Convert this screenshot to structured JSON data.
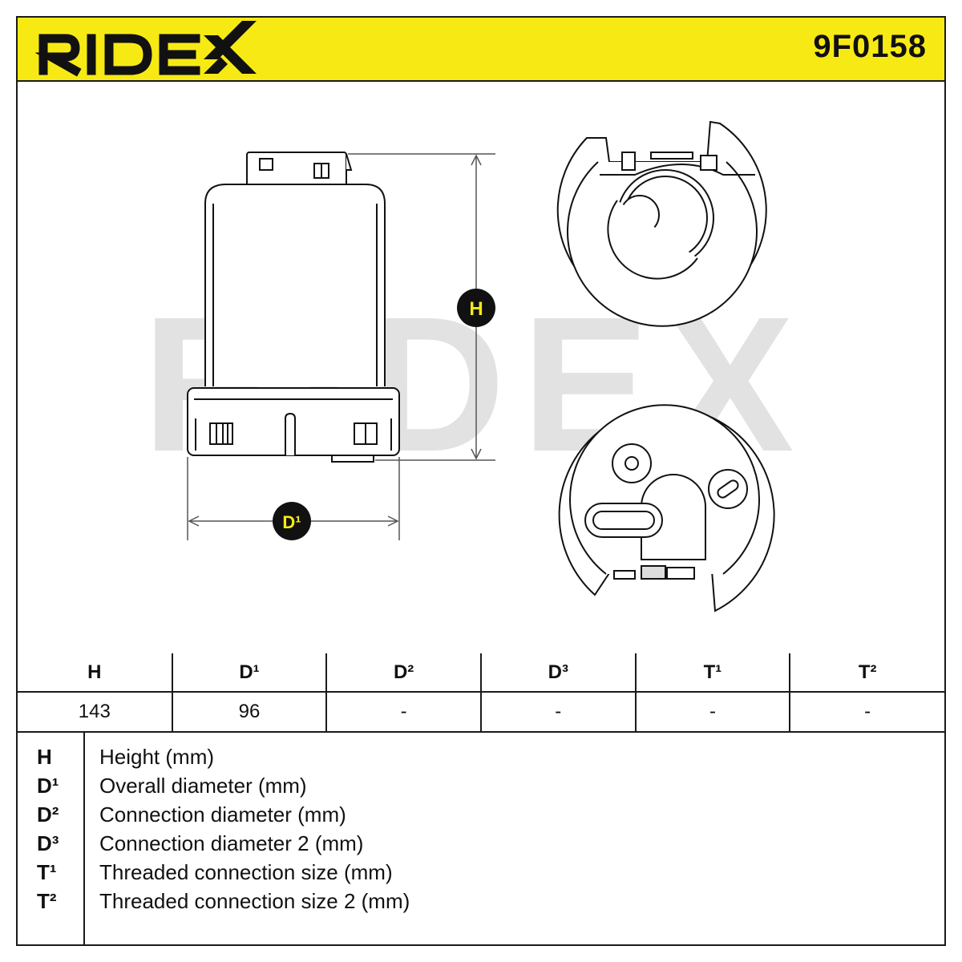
{
  "header": {
    "brand": "RIDEX",
    "part_number": "9F0158",
    "brand_color": "#f7ea14"
  },
  "drawing": {
    "height_marker": "H",
    "diameter_marker": "D¹",
    "watermark": "RIDEX"
  },
  "specs": {
    "headers": [
      "H",
      "D¹",
      "D²",
      "D³",
      "T¹",
      "T²"
    ],
    "values": [
      "143",
      "96",
      "-",
      "-",
      "-",
      "-"
    ]
  },
  "legend": [
    {
      "key": "H",
      "desc": "Height (mm)"
    },
    {
      "key": "D¹",
      "desc": "Overall diameter (mm)"
    },
    {
      "key": "D²",
      "desc": "Connection diameter (mm)"
    },
    {
      "key": "D³",
      "desc": "Connection diameter 2 (mm)"
    },
    {
      "key": "T¹",
      "desc": "Threaded connection size (mm)"
    },
    {
      "key": "T²",
      "desc": "Threaded connection size 2 (mm)"
    }
  ]
}
